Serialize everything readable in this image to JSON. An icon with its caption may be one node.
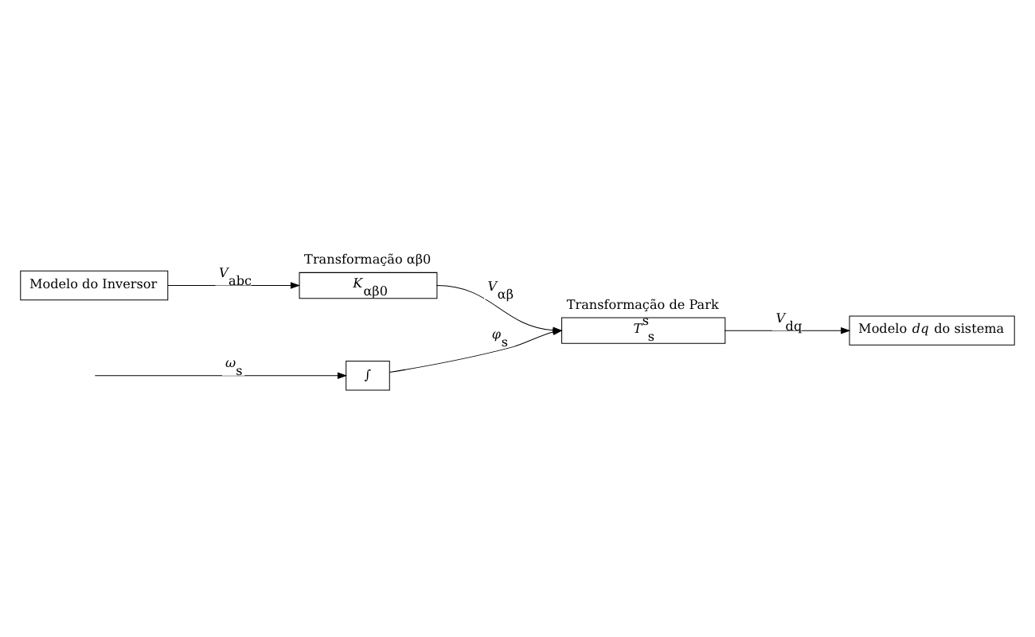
{
  "diagram": {
    "nodes": [
      {
        "text": [
          "Modelo do Inversor"
        ]
      },
      {
        "text": [
          "*K*$_{αβ0}$"
        ],
        "beside": [
          "Transformação αβ0"
        ]
      },
      {
        "text": [
          "*T*$^{s}$$_{s}$"
        ],
        "beside": [
          "Transformação de Park"
        ]
      },
      {
        "text": [
          "Modelo *dq* do sistema"
        ]
      },
      {
        "text": [
          "∫"
        ]
      }
    ],
    "edges": [
      {
        "from": 0,
        "to": 1,
        "arrow": "to",
        "label": "*V*$_{abc}$"
      },
      {
        "from": 1,
        "to": 2,
        "arrow": "to",
        "label": "*V*$_{αβ}$"
      },
      {
        "from": 2,
        "to": 3,
        "arrow": "to",
        "label": "*V*$_{dq}$"
      },
      {
        "from": 4,
        "to": 2,
        "arrow": "to",
        "label": "*φ*$_{s}$"
      },
      {
        "from": null,
        "to": 4,
        "arrow": "to",
        "label": "*ω*$_{s}$"
      }
    ]
  }
}
